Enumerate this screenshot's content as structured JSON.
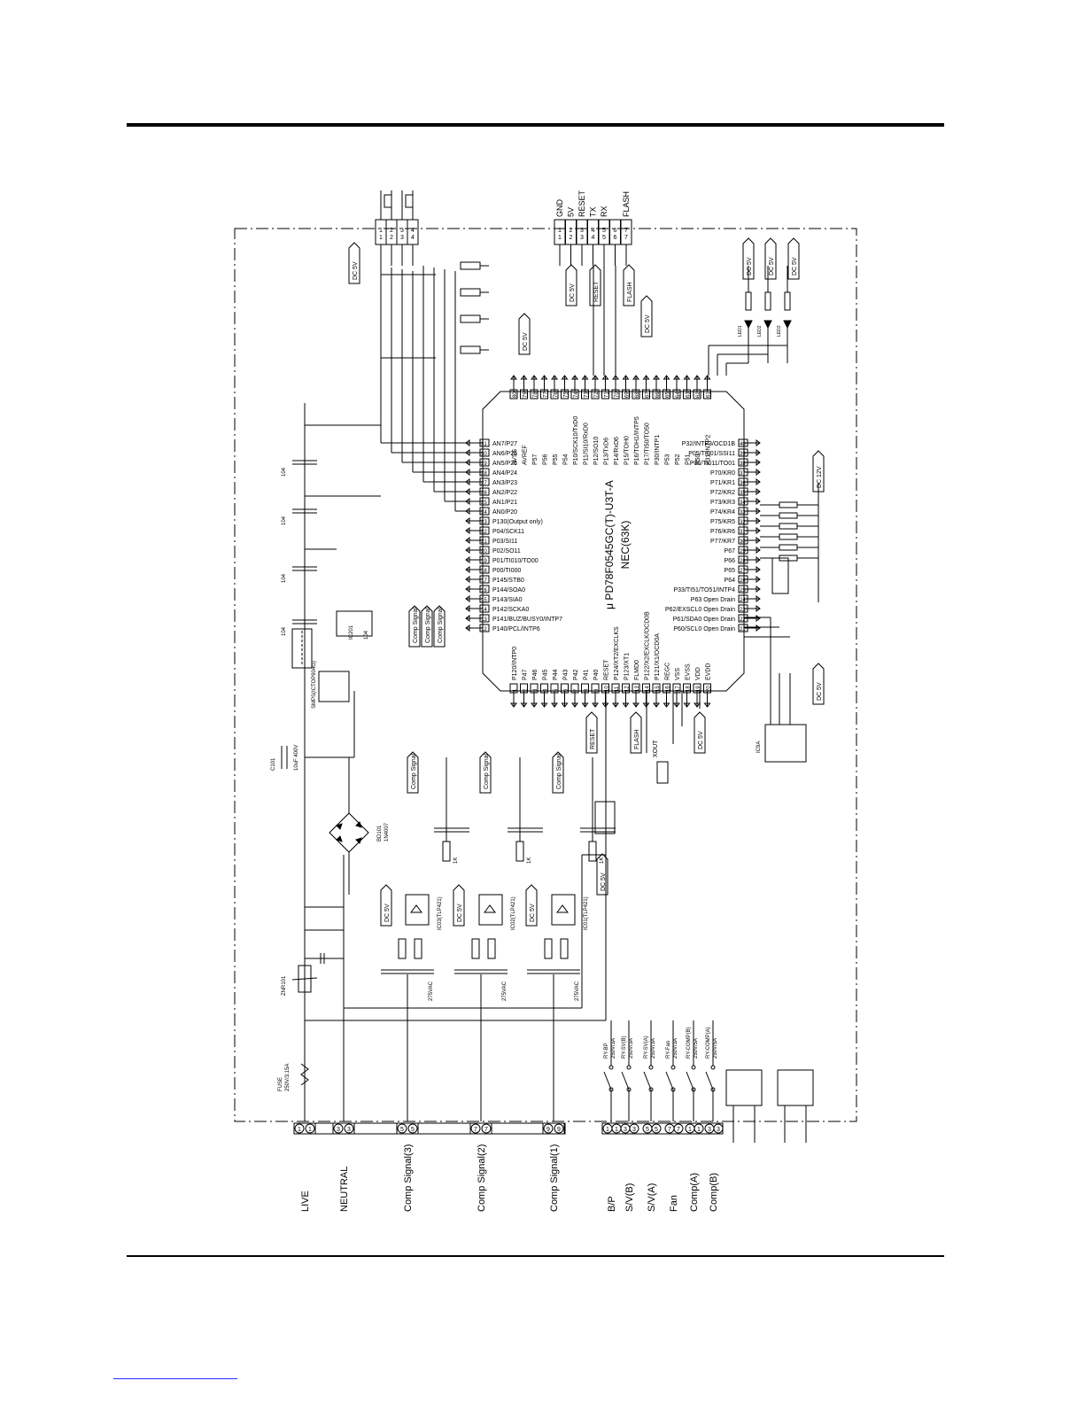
{
  "connectors_left": [
    {
      "label": "LIVE",
      "pins": [
        "1",
        "1"
      ]
    },
    {
      "label": "NEUTRAL",
      "pins": [
        "3",
        "3"
      ]
    },
    {
      "label": "Comp Signal(3)",
      "pins": [
        "5",
        "5"
      ]
    },
    {
      "label": "Comp Signal(2)",
      "pins": [
        "7",
        "7"
      ]
    },
    {
      "label": "Comp Signal(1)",
      "pins": [
        "9",
        "9"
      ]
    }
  ],
  "connectors_right": [
    {
      "label": "B/P",
      "pins": [
        "1",
        "1"
      ]
    },
    {
      "label": "S/V(B)",
      "pins": [
        "3",
        "3"
      ]
    },
    {
      "label": "S/V(A)",
      "pins": [
        "5",
        "5"
      ]
    },
    {
      "label": "Fan",
      "pins": [
        "7",
        "7"
      ]
    },
    {
      "label": "Comp(A)",
      "pins": [
        "1",
        "1"
      ]
    },
    {
      "label": "Comp(B)",
      "pins": [
        "3",
        "3"
      ]
    }
  ],
  "mcu": {
    "part": "μ PD78F0545GC(T)-U3T-A",
    "maker": "NEC(63K)",
    "left_pins": [
      {
        "n": "31",
        "name": "AN7/P27"
      },
      {
        "n": "30",
        "name": "AN6/P26"
      },
      {
        "n": "29",
        "name": "AN5/P25"
      },
      {
        "n": "28",
        "name": "AN4/P24"
      },
      {
        "n": "27",
        "name": "AN3/P23"
      },
      {
        "n": "26",
        "name": "AN2/P22"
      },
      {
        "n": "25",
        "name": "AN1/P21"
      },
      {
        "n": "24",
        "name": "AN0/P20"
      },
      {
        "n": "23",
        "name": "P130(Output only)"
      },
      {
        "n": "22",
        "name": "P04/SCK11"
      },
      {
        "n": "21",
        "name": "P03/SI11"
      },
      {
        "n": "20",
        "name": "P02/SO11"
      },
      {
        "n": "19",
        "name": "P01/TI010/TO00"
      },
      {
        "n": "18",
        "name": "P00/TI000"
      },
      {
        "n": "17",
        "name": "P145/STB0"
      },
      {
        "n": "16",
        "name": "P144/SOA0"
      },
      {
        "n": "15",
        "name": "P143/SIA0"
      },
      {
        "n": "14",
        "name": "P142/SCKA0"
      },
      {
        "n": "13",
        "name": "P141/BUZ/BUSY0/INTP7"
      },
      {
        "n": "12",
        "name": "P140/PCL/INTP6"
      }
    ],
    "top_pins": [
      {
        "n": "80",
        "name": "AVSS"
      },
      {
        "n": "79",
        "name": "AVREF"
      },
      {
        "n": "78",
        "name": "P57"
      },
      {
        "n": "77",
        "name": "P56"
      },
      {
        "n": "76",
        "name": "P55"
      },
      {
        "n": "75",
        "name": "P54"
      },
      {
        "n": "74",
        "name": "P10/SCK10/TxD0"
      },
      {
        "n": "73",
        "name": "P11/SI10/RxD0"
      },
      {
        "n": "72",
        "name": "P12/SO10"
      },
      {
        "n": "71",
        "name": "P13/TxD6"
      },
      {
        "n": "70",
        "name": "P14/RxD6"
      },
      {
        "n": "69",
        "name": "P15/TOH0"
      },
      {
        "n": "68",
        "name": "P16/TOH1/INTP5"
      },
      {
        "n": "67",
        "name": "P17/TI50/TO50"
      },
      {
        "n": "66",
        "name": "P30/INTP1"
      },
      {
        "n": "65",
        "name": "P53"
      },
      {
        "n": "64",
        "name": "P52"
      },
      {
        "n": "63",
        "name": "P51"
      },
      {
        "n": "62",
        "name": "P50"
      },
      {
        "n": "61",
        "name": "P31/INTP2"
      }
    ],
    "bottom_pins": [
      {
        "n": "1",
        "name": "P120/INTP0"
      },
      {
        "n": "2",
        "name": "P47"
      },
      {
        "n": "3",
        "name": "P46"
      },
      {
        "n": "4",
        "name": "P45"
      },
      {
        "n": "5",
        "name": "P44"
      },
      {
        "n": "6",
        "name": "P43"
      },
      {
        "n": "7",
        "name": "P42"
      },
      {
        "n": "8",
        "name": "P41"
      },
      {
        "n": "9",
        "name": "P40"
      },
      {
        "n": "10",
        "name": "RESET"
      },
      {
        "n": "11",
        "name": "P124/XT2/EXCLKS"
      },
      {
        "n": "12",
        "name": "P123/XT1"
      },
      {
        "n": "13",
        "name": "FLMD0"
      },
      {
        "n": "14",
        "name": "P122/X2/EXCLK/OCD0B"
      },
      {
        "n": "15",
        "name": "P121/X1/OCD0A"
      },
      {
        "n": "16",
        "name": "REGC"
      },
      {
        "n": "17",
        "name": "VSS"
      },
      {
        "n": "18",
        "name": "EVSS"
      },
      {
        "n": "19",
        "name": "VDD"
      },
      {
        "n": "20",
        "name": "EVDD"
      }
    ],
    "right_pins": [
      {
        "n": "40",
        "name": "P32/INTP3/OCD1B"
      },
      {
        "n": "39",
        "name": "P05/TI001/SSI11"
      },
      {
        "n": "38",
        "name": "P06/TI011/TO01"
      },
      {
        "n": "37",
        "name": "P70/KR0"
      },
      {
        "n": "36",
        "name": "P71/KR1"
      },
      {
        "n": "35",
        "name": "P72/KR2"
      },
      {
        "n": "34",
        "name": "P73/KR3"
      },
      {
        "n": "33",
        "name": "P74/KR4"
      },
      {
        "n": "32",
        "name": "P75/KR5"
      },
      {
        "n": "31",
        "name": "P76/KR6"
      },
      {
        "n": "30",
        "name": "P77/KR7"
      },
      {
        "n": "29",
        "name": "P67"
      },
      {
        "n": "28",
        "name": "P66"
      },
      {
        "n": "27",
        "name": "P65"
      },
      {
        "n": "26",
        "name": "P64"
      },
      {
        "n": "25",
        "name": "P33/TI51/TO51/INTP4"
      },
      {
        "n": "24",
        "name": "P63 Open Drain"
      },
      {
        "n": "23",
        "name": "P62/EXSCL0 Open Drain"
      },
      {
        "n": "22",
        "name": "P61/SDA0 Open Drain"
      },
      {
        "n": "21",
        "name": "P60/SCL0 Open Drain"
      }
    ]
  },
  "flash_header": {
    "pins": [
      "1",
      "2",
      "3",
      "4",
      "5",
      "6",
      "7"
    ],
    "labels": [
      "GND",
      "5V",
      "RESET",
      "TX",
      "RX",
      "",
      "FLASH"
    ]
  },
  "top_header": {
    "pins": [
      "1",
      "2",
      "3",
      "4"
    ]
  },
  "net_flags": {
    "dc5v": "DC 5V",
    "dc12v": "DC 12V",
    "reset": "RESET",
    "flash": "FLASH",
    "comp_signal": "Comp Signal",
    "xout": "XOUT"
  },
  "components": {
    "fuse": "FUSE",
    "fuse_value": "250V/3.15A",
    "varistor": "ZNR101",
    "bridge": "BD101",
    "bridge_value": "1N4007",
    "smps_ic": "SMPS(ICTOP904G)",
    "regulator": "IC201",
    "eeprom": "IC9A",
    "opto_1": "IC01(TLP421)",
    "opto_2": "IC02(TLP421)",
    "opto_3": "IC03(TLP421)",
    "cap_bulk": "C101",
    "cap_bulk_value": "10uF 400V",
    "vac_rating": "275VAC",
    "r_value": "1K",
    "c_value": "104",
    "led_1": "LED1",
    "led_2": "LED2",
    "led_3": "LED3"
  },
  "relays": [
    {
      "name": "RY-BP",
      "rating": "250V/3A"
    },
    {
      "name": "RY-SV(B)",
      "rating": "250V/3A"
    },
    {
      "name": "RY-SV(A)",
      "rating": "250V/3A"
    },
    {
      "name": "RY-Fan",
      "rating": "250V/3A"
    },
    {
      "name": "RY-COMP(B)",
      "rating": "250V/5A"
    },
    {
      "name": "RY-COMP(A)",
      "rating": "250V/5A"
    }
  ]
}
